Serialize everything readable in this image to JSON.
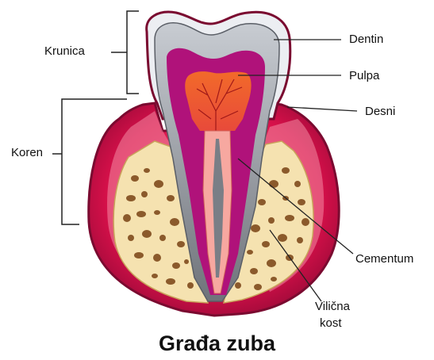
{
  "labels": {
    "krunica": "Krunica",
    "koren": "Koren",
    "dentin": "Dentin",
    "pulpa": "Pulpa",
    "desni": "Desni",
    "cementum": "Cementum",
    "vilicna_line1": "Vilična",
    "vilicna_line2": "kost"
  },
  "title": "Građa zuba",
  "colors": {
    "gum": "#d8104a",
    "gum_dark": "#8a0a35",
    "gum_light": "#f27a9a",
    "bone": "#f5e2b0",
    "bone_pore": "#8b5a2b",
    "enamel": "#ececf2",
    "dentin": "#8a8f98",
    "pulp_chamber": "#b0127a",
    "pulp": "#f06a2a",
    "root_canal": "#f7a8a0"
  }
}
